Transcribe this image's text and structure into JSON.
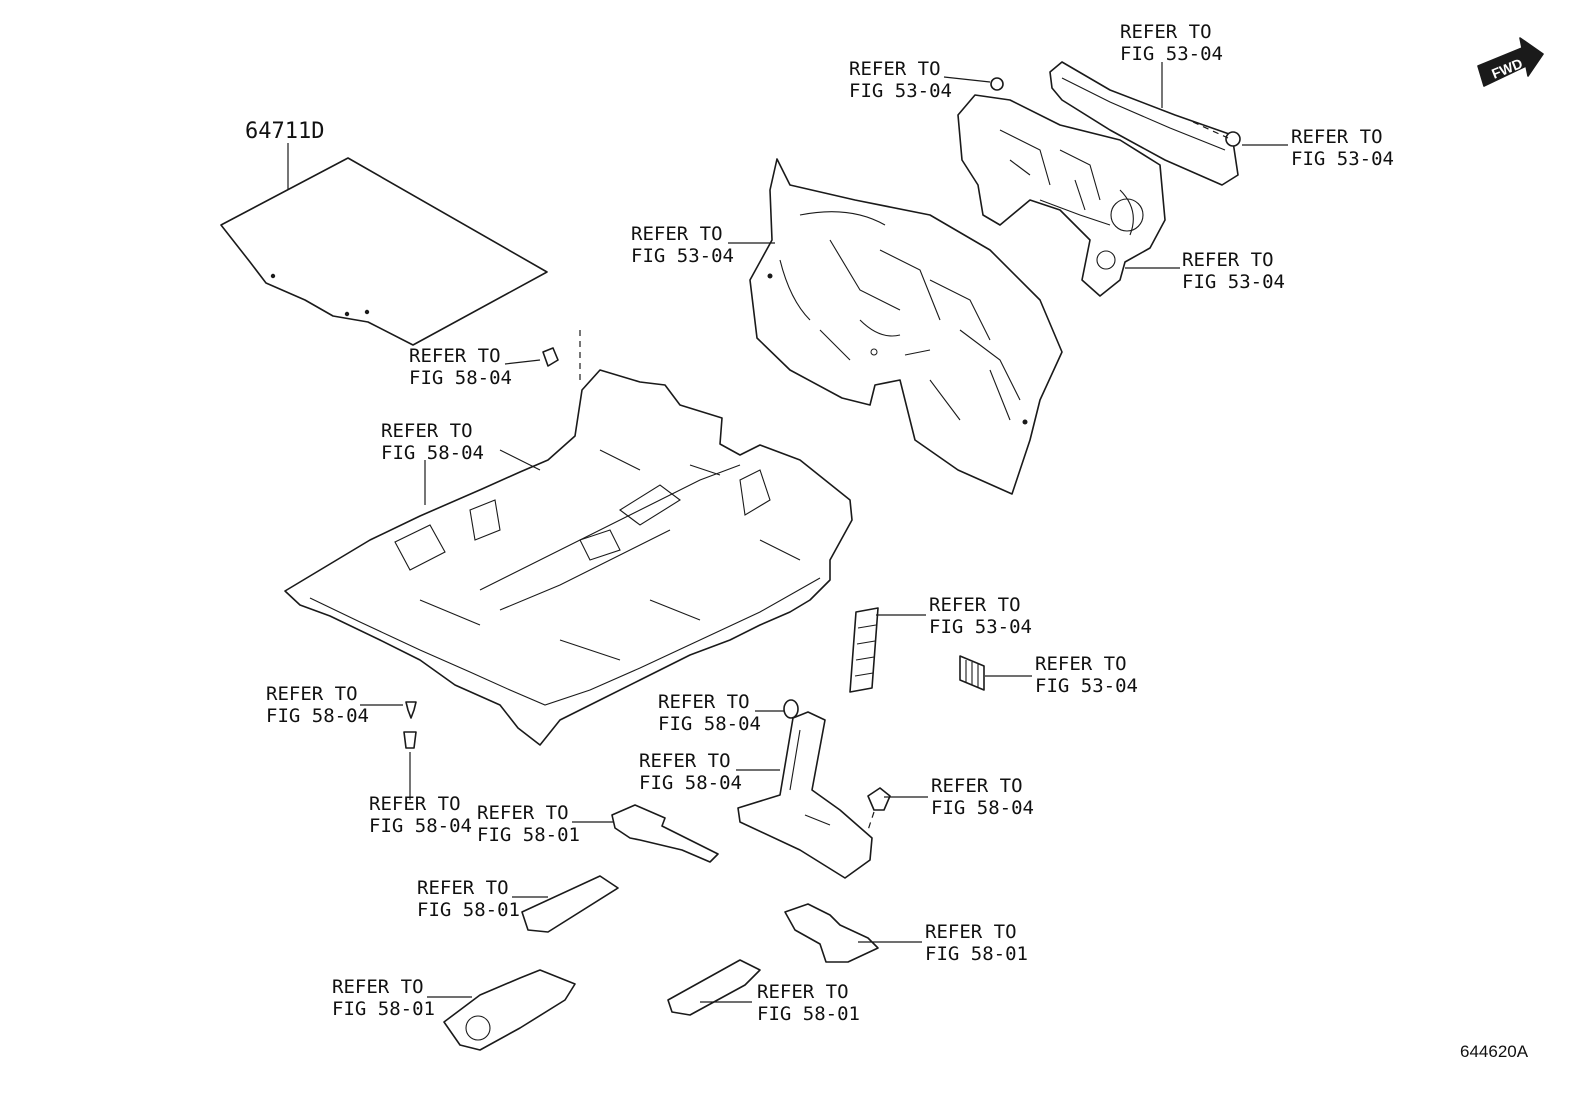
{
  "diagram": {
    "part_number": "64711D",
    "figure_code": "644620A",
    "fwd_label": "FWD",
    "callouts": [
      {
        "line1": "REFER TO",
        "line2": "FIG 53-04"
      },
      {
        "line1": "REFER TO",
        "line2": "FIG 53-04"
      },
      {
        "line1": "REFER TO",
        "line2": "FIG 53-04"
      },
      {
        "line1": "REFER TO",
        "line2": "FIG 53-04"
      },
      {
        "line1": "REFER TO",
        "line2": "FIG 53-04"
      },
      {
        "line1": "REFER TO",
        "line2": "FIG 58-04"
      },
      {
        "line1": "REFER TO",
        "line2": "FIG 58-04"
      },
      {
        "line1": "REFER TO",
        "line2": "FIG 53-04"
      },
      {
        "line1": "REFER TO",
        "line2": "FIG 53-04"
      },
      {
        "line1": "REFER TO",
        "line2": "FIG 58-04"
      },
      {
        "line1": "REFER TO",
        "line2": "FIG 58-04"
      },
      {
        "line1": "REFER TO",
        "line2": "FIG 58-04"
      },
      {
        "line1": "REFER TO",
        "line2": "FIG 58-04"
      },
      {
        "line1": "REFER TO",
        "line2": "FIG 58-04"
      },
      {
        "line1": "REFER TO",
        "line2": "FIG 58-01"
      },
      {
        "line1": "REFER TO",
        "line2": "FIG 58-01"
      },
      {
        "line1": "REFER TO",
        "line2": "FIG 58-01"
      },
      {
        "line1": "REFER TO",
        "line2": "FIG 58-01"
      },
      {
        "line1": "REFER TO",
        "line2": "FIG 58-01"
      }
    ]
  }
}
